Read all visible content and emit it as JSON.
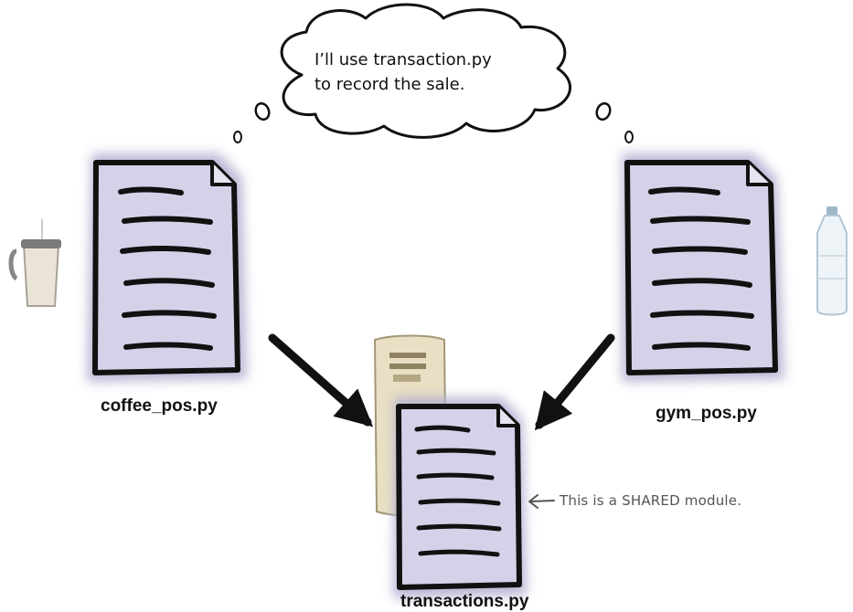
{
  "thought_bubble": {
    "line1": "I’ll use transaction.py",
    "line2": "to record the sale."
  },
  "files": {
    "coffee": "coffee_pos.py",
    "gym": "gym_pos.py",
    "shared": "transactions.py"
  },
  "annotation": "This is a SHARED module.",
  "colors": {
    "doc_halo": "#b3b0d0",
    "doc_paper": "#d4d1e8",
    "ink": "#111111",
    "server": "#e8dfc4",
    "arrow": "#111111"
  },
  "icons": [
    "thought-bubble-icon",
    "document-icon",
    "coffee-mug-icon",
    "water-bottle-icon",
    "server-tower-icon",
    "arrow-icon"
  ]
}
